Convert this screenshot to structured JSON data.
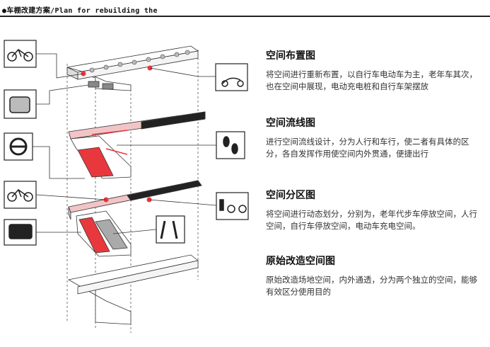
{
  "header": {
    "title": "●车棚改建方案/Plan for rebuilding the"
  },
  "sections": [
    {
      "title": "空间布置图",
      "body": "将空间进行重新布置，以自行车电动车为主，老年车其次，也在空间中展现，电动充电桩和自行车架摆放"
    },
    {
      "title": "空间流线图",
      "body": "进行空间流线设计，分为人行和车行，使二者有具体的区分，各自发挥作用使空间内外贯通，便捷出行"
    },
    {
      "title": "空间分区图",
      "body": "将空间进行动态划分，分别为，老年代步车停放空间，人行空间，自行车停放空间，电动车充电空间。"
    },
    {
      "title": "原始改造空间图",
      "body": "原始改造场地空间，内外通透，分为两个独立的空间，能够有效区分使用目的"
    }
  ],
  "colors": {
    "red": "#e8383d",
    "pink": "#f2c4c6",
    "dark": "#222222"
  }
}
